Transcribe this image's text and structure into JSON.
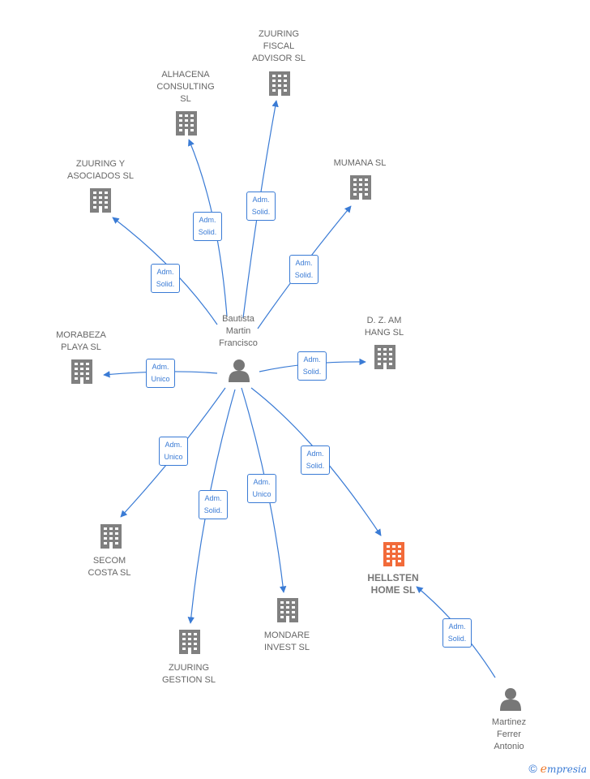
{
  "nodes": {
    "bautista": {
      "label": "Bautista\nMartin\nFrancisco",
      "kind": "person"
    },
    "martinez": {
      "label": "Martinez\nFerrer\nAntonio",
      "kind": "person"
    },
    "zuuring_fiscal": {
      "label": "ZUURING\nFISCAL\nADVISOR  SL",
      "kind": "company"
    },
    "alhacena": {
      "label": "ALHACENA\nCONSULTING\nSL",
      "kind": "company"
    },
    "zuuring_asociados": {
      "label": "ZUURING Y\nASOCIADOS  SL",
      "kind": "company"
    },
    "mumana": {
      "label": "MUMANA  SL",
      "kind": "company"
    },
    "morabeza": {
      "label": "MORABEZA\nPLAYA  SL",
      "kind": "company"
    },
    "dzam": {
      "label": "D. Z. AM\nHANG  SL",
      "kind": "company"
    },
    "secom": {
      "label": "SECOM\nCOSTA  SL",
      "kind": "company"
    },
    "zuuring_gestion": {
      "label": "ZUURING\nGESTION  SL",
      "kind": "company"
    },
    "mondare": {
      "label": "MONDARE\nINVEST  SL",
      "kind": "company"
    },
    "hellsten": {
      "label": "HELLSTEN\nHOME  SL",
      "kind": "company-focus"
    }
  },
  "edges": {
    "e_zuuring_fiscal": "Adm.\nSolid.",
    "e_alhacena": "Adm.\nSolid.",
    "e_zuuring_asociados": "Adm.\nSolid.",
    "e_mumana": "Adm.\nSolid.",
    "e_morabeza": "Adm.\nUnico",
    "e_dzam": "Adm.\nSolid.",
    "e_secom": "Adm.\nUnico",
    "e_zuuring_gestion": "Adm.\nSolid.",
    "e_mondare": "Adm.\nUnico",
    "e_hellsten": "Adm.\nSolid.",
    "e_martinez_hellsten": "Adm.\nSolid."
  },
  "colors": {
    "edge": "#3a7bd5",
    "company_icon": "#808080",
    "focus_icon": "#f26b3a",
    "person_icon": "#777777"
  },
  "brand": {
    "copyright": "©",
    "e": "e",
    "rest": "mpresia"
  }
}
